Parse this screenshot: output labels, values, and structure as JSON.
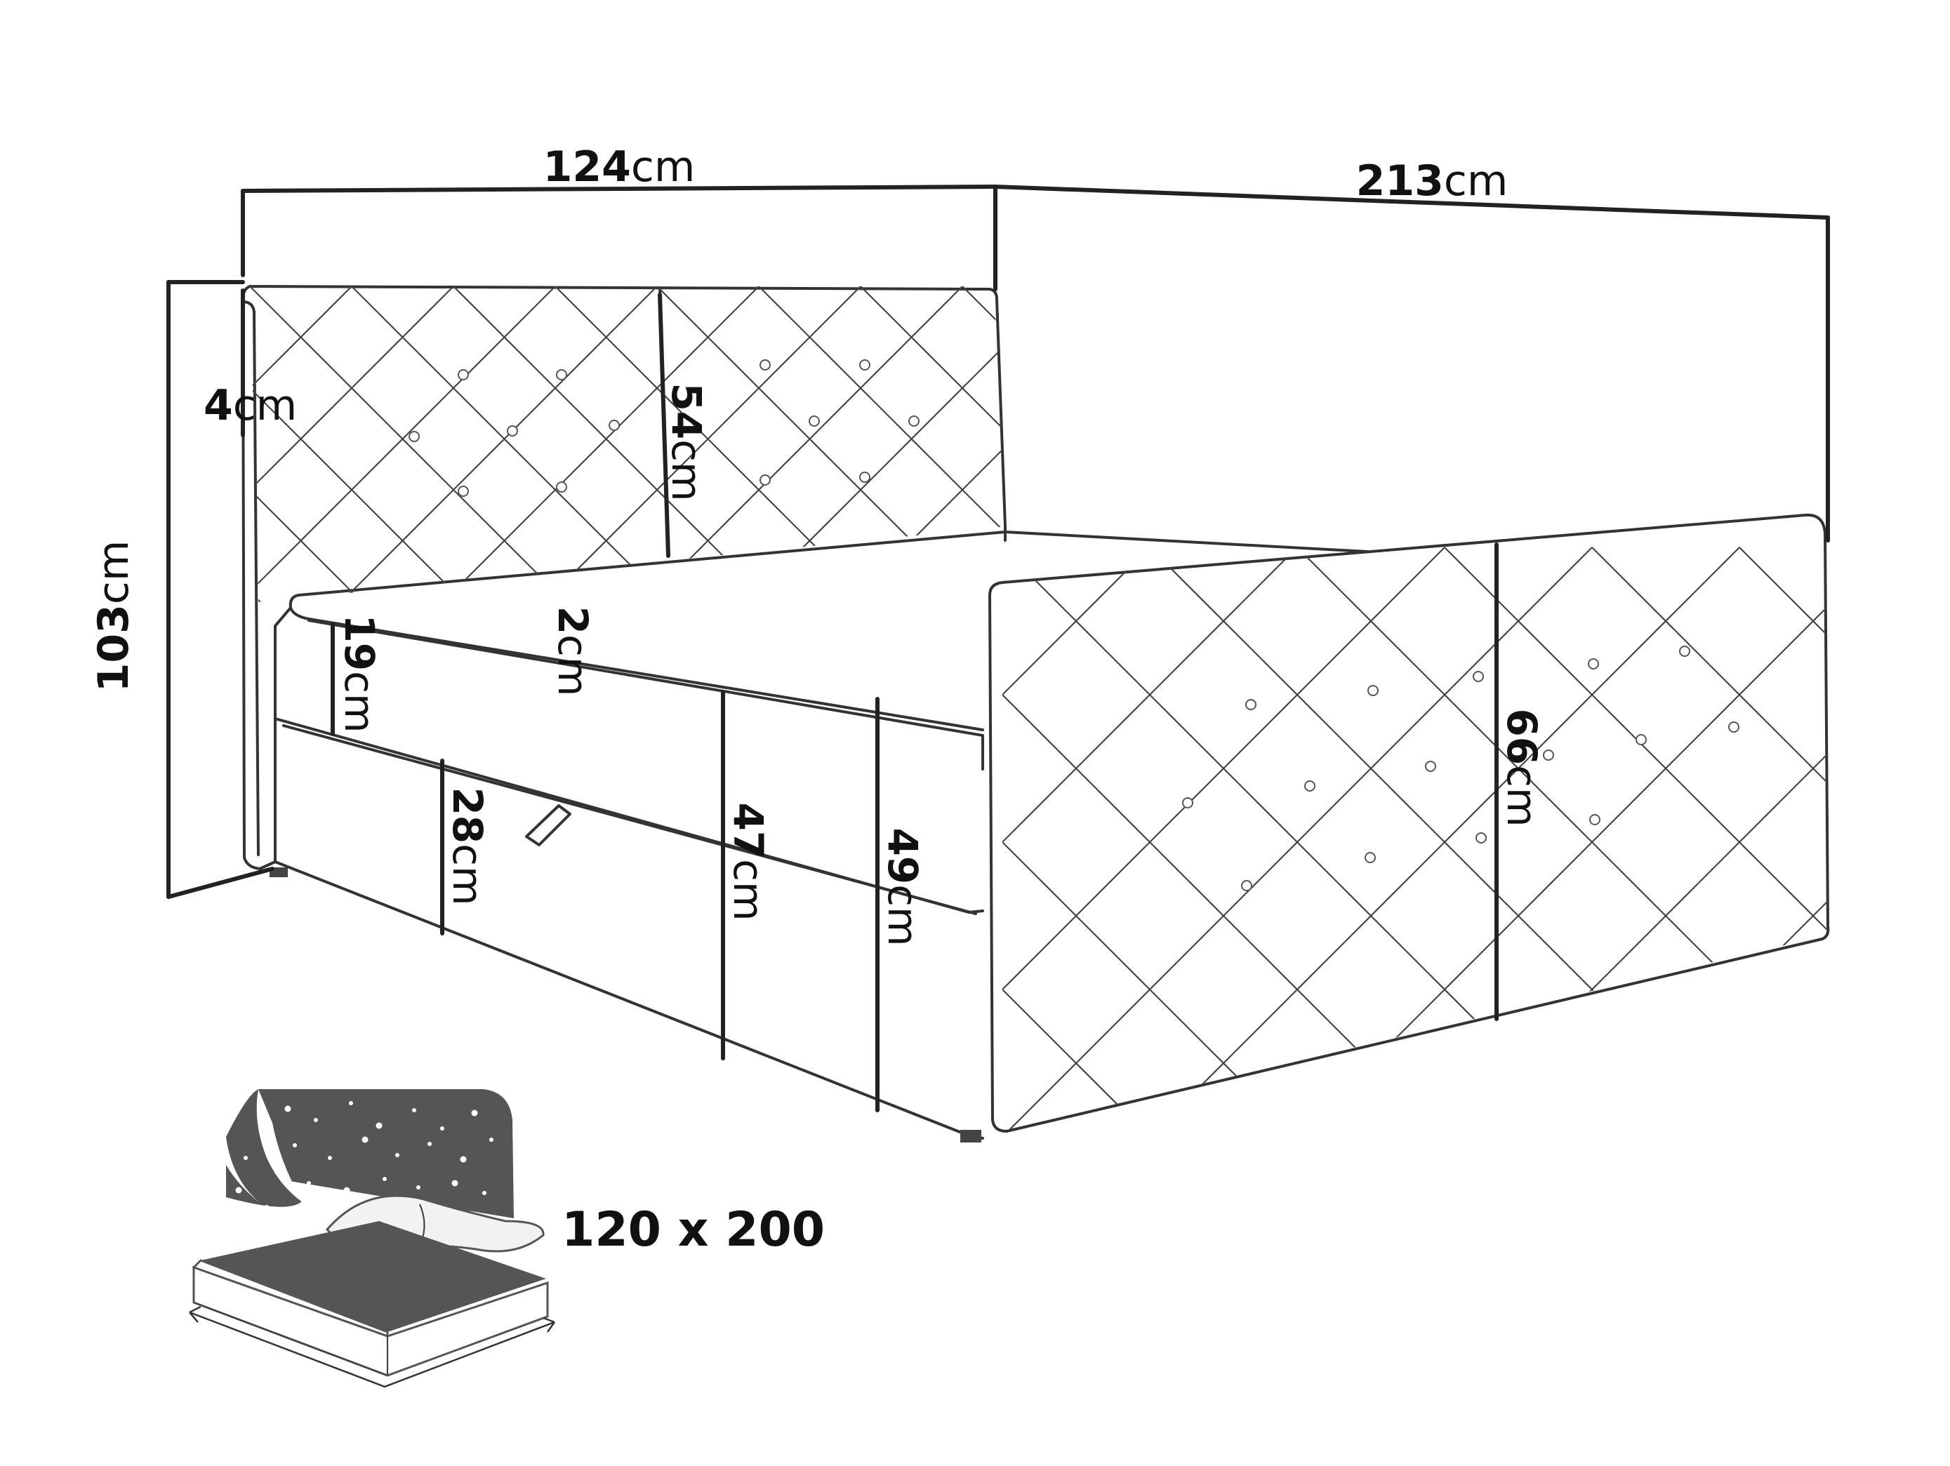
{
  "colors": {
    "background": "#ffffff",
    "line": "#333333",
    "text": "#111111",
    "icon_dark": "#555555",
    "icon_light": "#f2f2f2"
  },
  "dimensions": {
    "width": {
      "value": "124",
      "unit": "cm"
    },
    "length": {
      "value": "213",
      "unit": "cm"
    },
    "height": {
      "value": "103",
      "unit": "cm"
    },
    "headboard": {
      "value": "54",
      "unit": "cm"
    },
    "headboard_thick": {
      "value": "4",
      "unit": "cm"
    },
    "topper": {
      "value": "2",
      "unit": "cm"
    },
    "mattress": {
      "value": "19",
      "unit": "cm"
    },
    "base": {
      "value": "28",
      "unit": "cm"
    },
    "seat": {
      "value": "47",
      "unit": "cm"
    },
    "seat_topper": {
      "value": "49",
      "unit": "cm"
    },
    "side_panel": {
      "value": "66",
      "unit": "cm"
    }
  },
  "mattress_size": "120 x 200",
  "icons": [
    "starry-night-bed-icon"
  ]
}
